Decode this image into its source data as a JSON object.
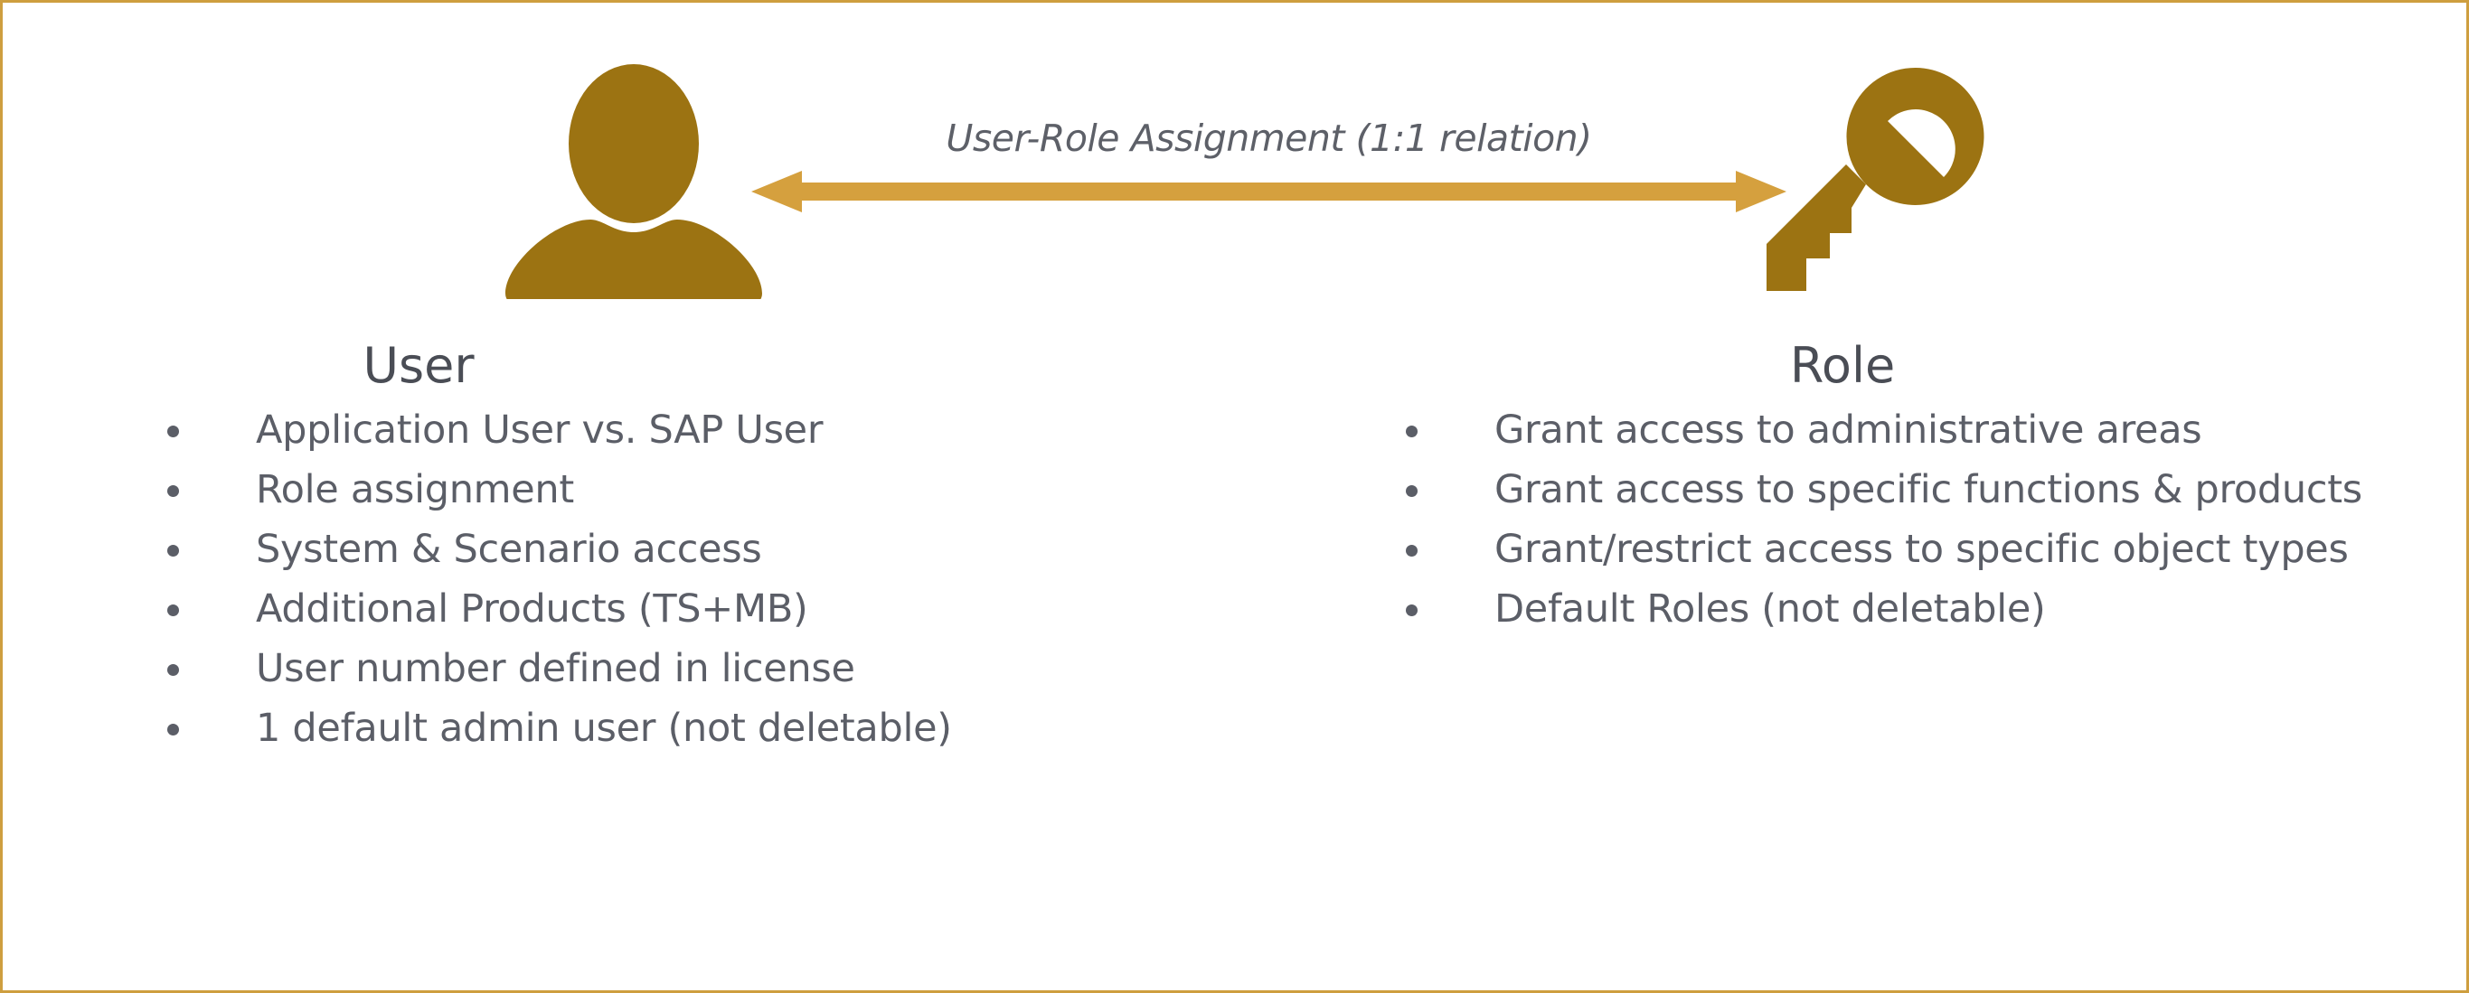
{
  "diagram": {
    "border_color": "#CE9E3F",
    "background": "#ffffff",
    "icon_color": "#9C7312",
    "arrow_color": "#D5A03E",
    "title_color": "#4A4D55",
    "body_color": "#5B5E67",
    "relation": {
      "label": "User-Role Assignment (1:1 relation)",
      "direction": "bidirectional",
      "from": "User",
      "to": "Role"
    },
    "columns": [
      {
        "id": "user",
        "icon": "person-icon",
        "title": "User",
        "bullets": [
          "Application User vs. SAP User",
          "Role assignment",
          "System & Scenario access",
          "Additional Products (TS+MB)",
          "User number defined in license",
          "1 default admin user (not deletable)"
        ]
      },
      {
        "id": "role",
        "icon": "key-icon",
        "title": "Role",
        "bullets": [
          "Grant access to administrative areas",
          "Grant access to specific functions & products",
          "Grant/restrict access to specific object types",
          "Default Roles (not deletable)"
        ]
      }
    ]
  }
}
